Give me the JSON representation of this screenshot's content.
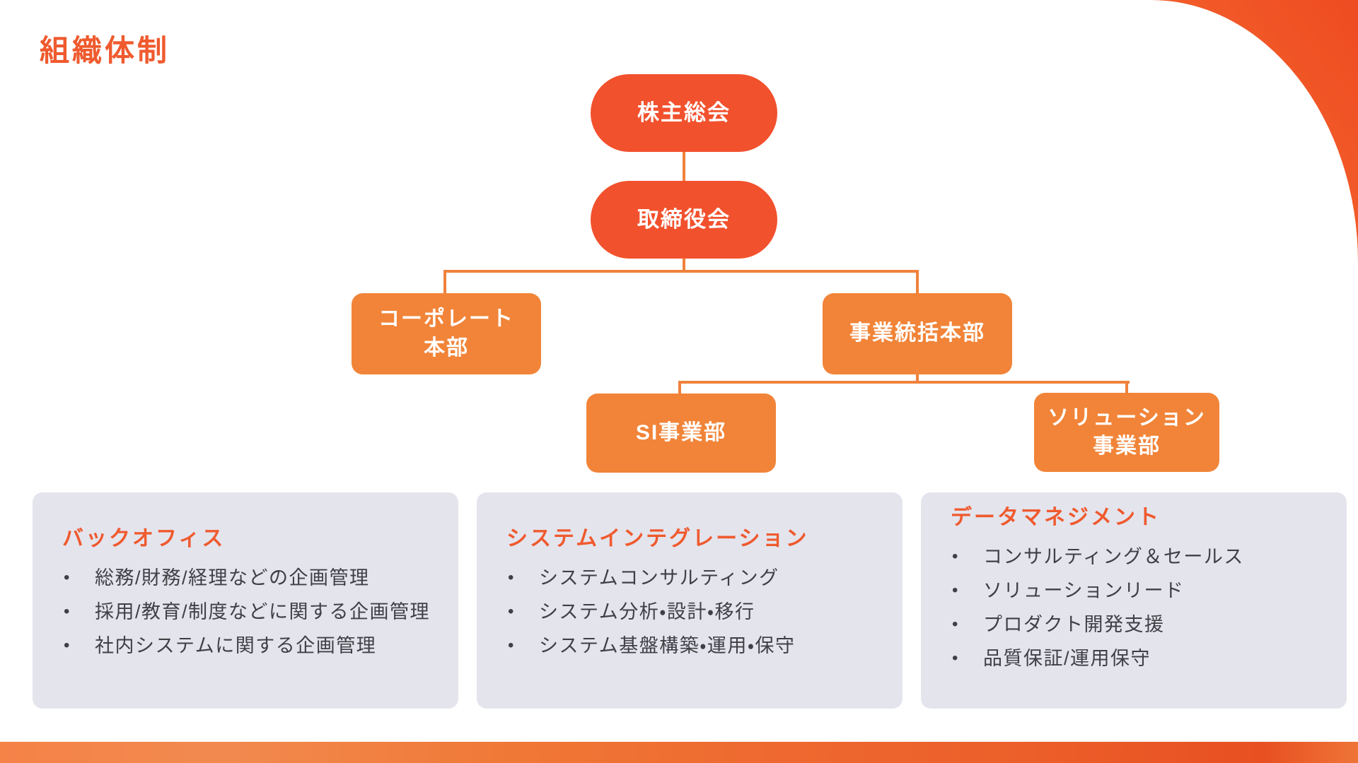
{
  "slide": {
    "title": "組織体制"
  },
  "org_chart": {
    "nodes": {
      "shareholders": {
        "label": "株主総会"
      },
      "board": {
        "label": "取締役会"
      },
      "corporate_hq": {
        "label": "コーポレート\n本部"
      },
      "business_hq": {
        "label": "事業統括本部"
      },
      "si_division": {
        "label": "SI事業部"
      },
      "solution_division": {
        "label": "ソリューション\n事業部"
      }
    }
  },
  "panels": [
    {
      "heading": "バックオフィス",
      "items": [
        "総務/財務/経理などの企画管理",
        "採用/教育/制度などに関する企画管理",
        "社内システムに関する企画管理"
      ]
    },
    {
      "heading": "システムインテグレーション",
      "items": [
        "システムコンサルティング",
        "システム分析・設計・移行",
        "システム基盤構築・運用・保守"
      ]
    },
    {
      "heading": "データマネジメント",
      "items": [
        "コンサルティング＆セールス",
        "ソリューションリード",
        "プロダクト開発支援",
        "品質保証/運用保守"
      ]
    }
  ],
  "colors": {
    "pill_red_orange": "#F2512D",
    "box_orange": "#F18438",
    "connector_orange": "#F0823C",
    "heading_orange": "#EF5A2E",
    "panel_background": "#E4E4ED",
    "body_text": "#3F3F44"
  }
}
